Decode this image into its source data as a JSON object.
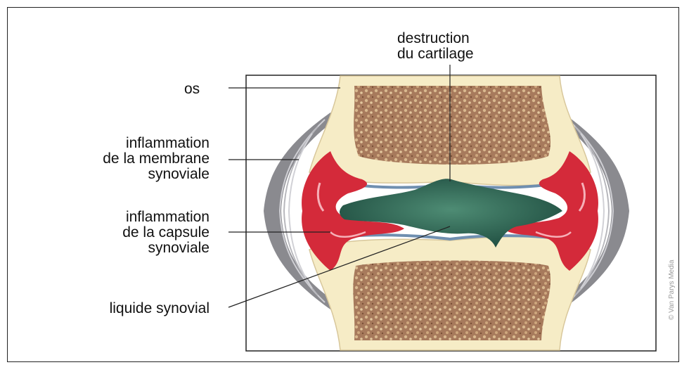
{
  "labels": {
    "os": "os",
    "membrane_line1": "inflammation",
    "membrane_line2": "de la membrane",
    "membrane_line3": "synoviale",
    "capsule_line1": "inflammation",
    "capsule_line2": "de la capsule",
    "capsule_line3": "synoviale",
    "liquide": "liquide synovial",
    "cartilage_line1": "destruction",
    "cartilage_line2": "du cartilage"
  },
  "credit": "© Van Parys Media",
  "colors": {
    "bone_outer": "#f6ecc6",
    "marrow": "#9a6e52",
    "inflammation": "#d42a3a",
    "fluid": "#2f6a58",
    "cartilage": "#6f8fb0",
    "capsule": "#7d7d82"
  }
}
